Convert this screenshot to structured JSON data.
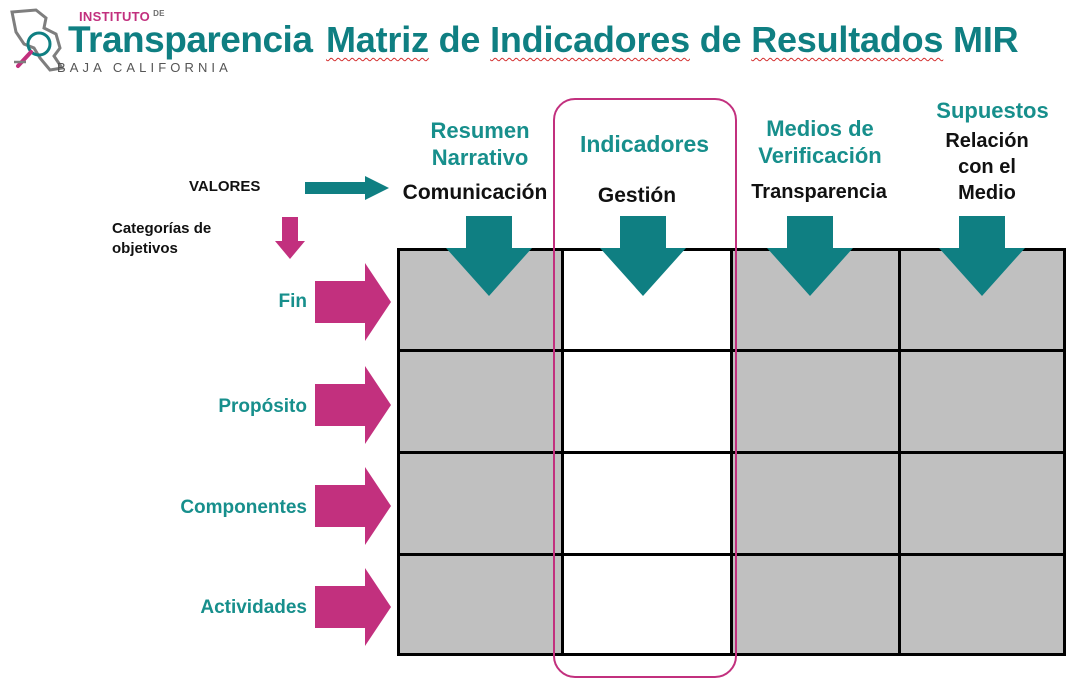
{
  "logo": {
    "small": "INSTITUTO",
    "small_suffix": "DE",
    "main": "Transparencia",
    "sub": "BAJA CALIFORNIA"
  },
  "title": {
    "w1": "Matriz",
    "w2": "de",
    "w3": "Indicadores",
    "w4": "de",
    "w5": "Resultados",
    "w6": "MIR"
  },
  "columns": [
    {
      "header_lines": [
        "Resumen",
        "Narrativo"
      ],
      "value": "Comunicación"
    },
    {
      "header_lines": [
        "Indicadores"
      ],
      "value": "Gestión"
    },
    {
      "header_lines": [
        "Medios de",
        "Verificación"
      ],
      "value": "Transparencia"
    },
    {
      "header_lines": [
        "Supuestos"
      ],
      "value_lines": [
        "Relación",
        "con el",
        "Medio"
      ]
    }
  ],
  "labels": {
    "valores": "VALORES",
    "categorias_1": "Categorías de",
    "categorias_2": "objetivos"
  },
  "rows": [
    "Fin",
    "Propósito",
    "Componentes",
    "Actividades"
  ],
  "colors": {
    "teal": "#0f7f82",
    "teal_text": "#178f8c",
    "magenta": "#c2307e",
    "gray_cell": "#c0c0c0",
    "white_cell": "#ffffff"
  }
}
